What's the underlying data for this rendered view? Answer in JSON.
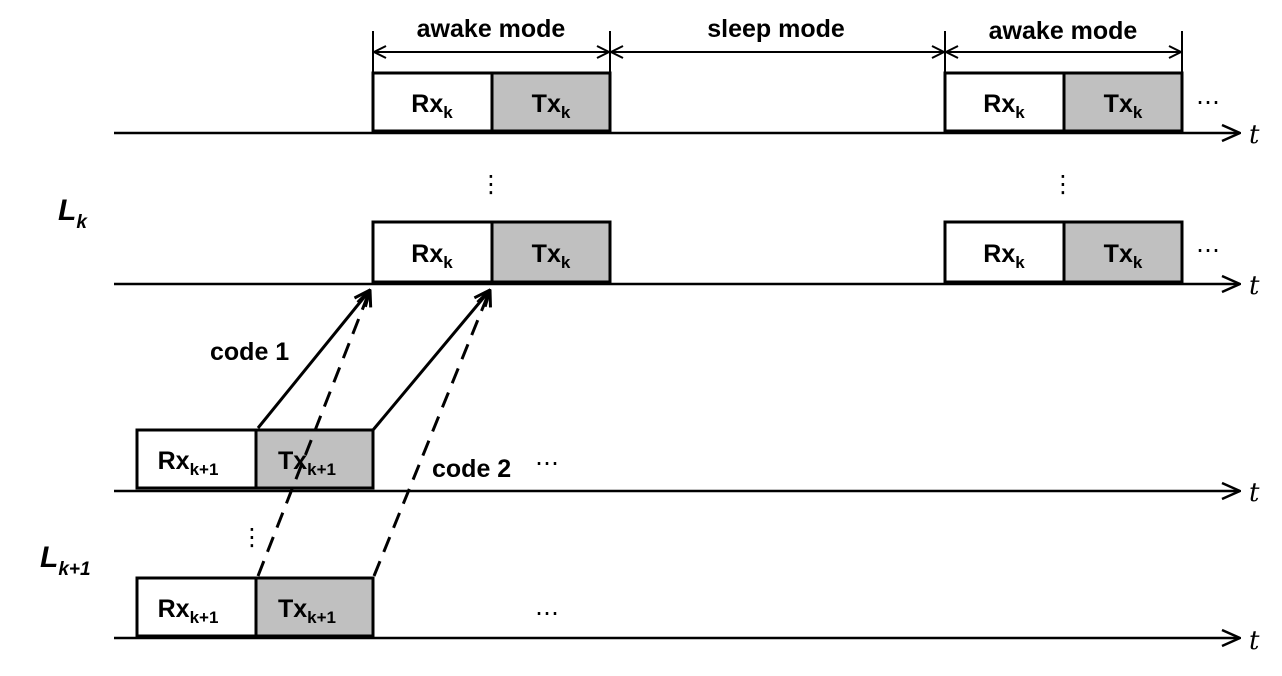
{
  "modes": {
    "awake_1": "awake mode",
    "sleep": "sleep mode",
    "awake_2": "awake mode"
  },
  "axis_label": "t",
  "groups": {
    "k_base": "L",
    "k_sub": "k",
    "k1_base": "L",
    "k1_sub": "k+1"
  },
  "slots": {
    "rx_k_base": "Rx",
    "rx_k_sub": "k",
    "tx_k_base": "Tx",
    "tx_k_sub": "k",
    "rx_k1_base": "Rx",
    "rx_k1_sub": "k+1",
    "tx_k1_base": "Tx",
    "tx_k1_sub": "k+1"
  },
  "codes": {
    "code1": "code 1",
    "code2": "code 2"
  },
  "ellipsis": "…",
  "vellipsis": "⋮",
  "colors": {
    "rx_fill": "#ffffff",
    "tx_fill": "#c0c0c0",
    "line": "#000000"
  }
}
